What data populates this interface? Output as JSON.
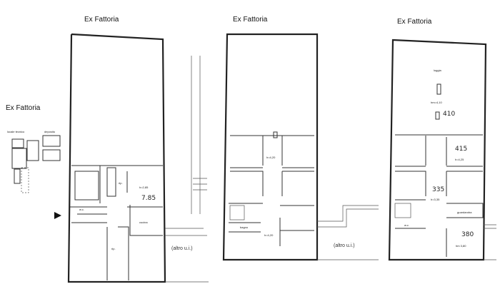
{
  "captions": [
    "Ex Fattoria",
    "Ex Fattoria",
    "Ex Fattoria",
    "Ex Fattoria"
  ],
  "key_plan": {
    "labels": [
      "locale tecnico",
      "deposito"
    ]
  },
  "plan_ground": {
    "labels": {
      "wc": "w.c.",
      "rip1": "rip.",
      "rip2": "rip.",
      "height": "h=2,85",
      "kitchen": "cucina"
    },
    "handwritten": "7.85",
    "other_unit": "(altro u.i.)"
  },
  "plan_first": {
    "labels": {
      "h_top": "h=4,20",
      "h_bottom": "h=4,20",
      "bath": "bagno"
    },
    "other_unit": "(altro u.i.)"
  },
  "plan_second": {
    "labels": {
      "loggia": "loggia",
      "h_loggia": "hm=4,10",
      "h_room": "h=4,25",
      "h_hall": "h=3,35",
      "wardrobe": "guardaroba",
      "wc": "w.c.",
      "h_bottom": "hm 3,80"
    },
    "handwritten": [
      "410",
      "415",
      "335",
      "380"
    ]
  }
}
